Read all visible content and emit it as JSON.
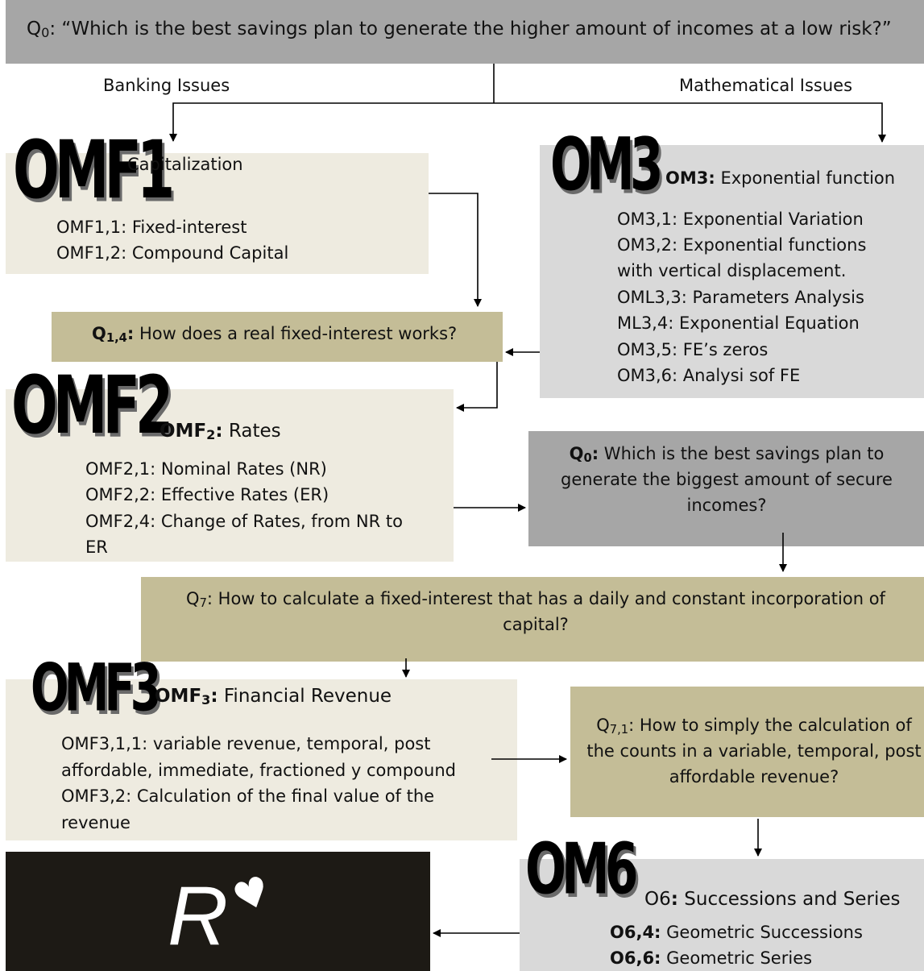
{
  "header": {
    "q_letter": "Q",
    "q_sub": "0",
    "text": ": “Which is the best savings plan to generate the higher amount of incomes at a low risk?”"
  },
  "branches": {
    "left": "Banking Issues",
    "right": "Mathematical Issues"
  },
  "omf1": {
    "logo": "OMF1",
    "title": "Capitalization",
    "items": [
      "OMF1,1: Fixed-interest",
      "OMF1,2: Compound Capital"
    ]
  },
  "om3": {
    "logo": "OM3",
    "title_bold": "OM3:",
    "title": " Exponential function",
    "items": [
      "OM3,1: Exponential Variation",
      "OM3,2: Exponential functions",
      "with vertical displacement.",
      "OML3,3: Parameters Analysis",
      "ML3,4: Exponential Equation",
      "OM3,5: FE’s zeros",
      "OM3,6: Analysi sof FE"
    ]
  },
  "q14": {
    "q_letter": "Q",
    "q_sub": "1,4",
    "q_colon": ":",
    "text": " How does a real fixed-interest works?"
  },
  "omf2": {
    "logo": "OMF2",
    "title_letters": "OMF",
    "title_sub": "2",
    "title_colon": ":",
    "title": " Rates",
    "items": [
      "OMF2,1: Nominal Rates (NR)",
      "OMF2,2: Effective Rates (ER)",
      "OMF2,4: Change of Rates, from NR to",
      "ER"
    ]
  },
  "q0b": {
    "q_letter": "Q",
    "q_sub": "0",
    "q_colon": ":",
    "text": " Which is the best savings plan to generate the biggest amount of secure incomes?"
  },
  "q7": {
    "q_letter": "Q",
    "q_sub": "7",
    "text": ": How to calculate a fixed-interest that has a daily and constant incorporation of capital?"
  },
  "omf3": {
    "logo": "OMF3",
    "title_letters": "OMF",
    "title_sub": "3",
    "title_colon": ":",
    "title": " Financial Revenue",
    "items": [
      "OMF3,1,1: variable revenue, temporal, post",
      "affordable, immediate, fractioned y compound",
      "OMF3,2: Calculation of the final value of the",
      "revenue"
    ]
  },
  "q71": {
    "q_letter": "Q",
    "q_sub": "7,1",
    "text": ": How to simply the calculation of the counts in a variable, temporal, post affordable revenue?"
  },
  "om6": {
    "logo": "OM6",
    "title_bold": "O6",
    "title_colon": ":",
    "title": " Successions and Series",
    "items": [
      {
        "bold": "O6,4:",
        "text": " Geometric Successions"
      },
      {
        "bold": "O6,6:",
        "text": " Geometric Series"
      }
    ]
  },
  "result": {
    "letter": "R",
    "mark": "♥"
  },
  "colors": {
    "cream": "#eeebe0",
    "grey_light": "#d9d9d9",
    "grey_dark": "#a6a6a6",
    "khaki": "#c4bd97",
    "black": "#1d1a15"
  }
}
